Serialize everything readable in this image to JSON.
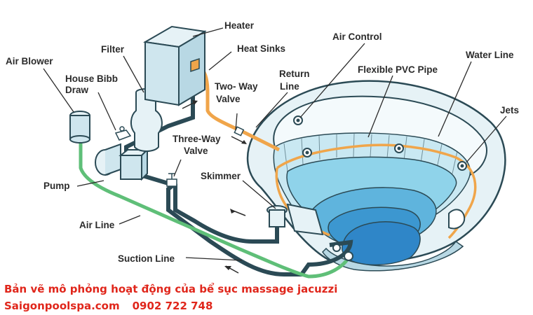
{
  "labels": {
    "heater": "Heater",
    "heat_sinks": "Heat Sinks",
    "filter": "Filter",
    "air_blower": "Air Blower",
    "house_bibb_1": "House Bibb",
    "house_bibb_2": "Draw",
    "two_way_1": "Two- Way",
    "two_way_2": "Valve",
    "return_1": "Return",
    "return_2": "Line",
    "air_control": "Air Control",
    "flexible_pvc": "Flexible PVC Pipe",
    "water_line": "Water Line",
    "jets": "Jets",
    "three_way_1": "Three-Way",
    "three_way_2": "Valve",
    "skimmer": "Skimmer",
    "pump": "Pump",
    "air_line": "Air Line",
    "suction_line": "Suction Line"
  },
  "caption": {
    "line1": "Bản vẽ mô phỏng hoạt động của bể sục massage jacuzzi",
    "website": "Saigonpoolspa.com",
    "phone": "0902 722 748"
  },
  "colors": {
    "caption": "#e0261b",
    "water_pipe": "#2b4a55",
    "air_pipe": "#5fbf78",
    "flex_pipe": "#f0a54a",
    "water": "#8fd3ea",
    "deep_water": "#2f86c8",
    "equipment": "#cfe6ee"
  }
}
